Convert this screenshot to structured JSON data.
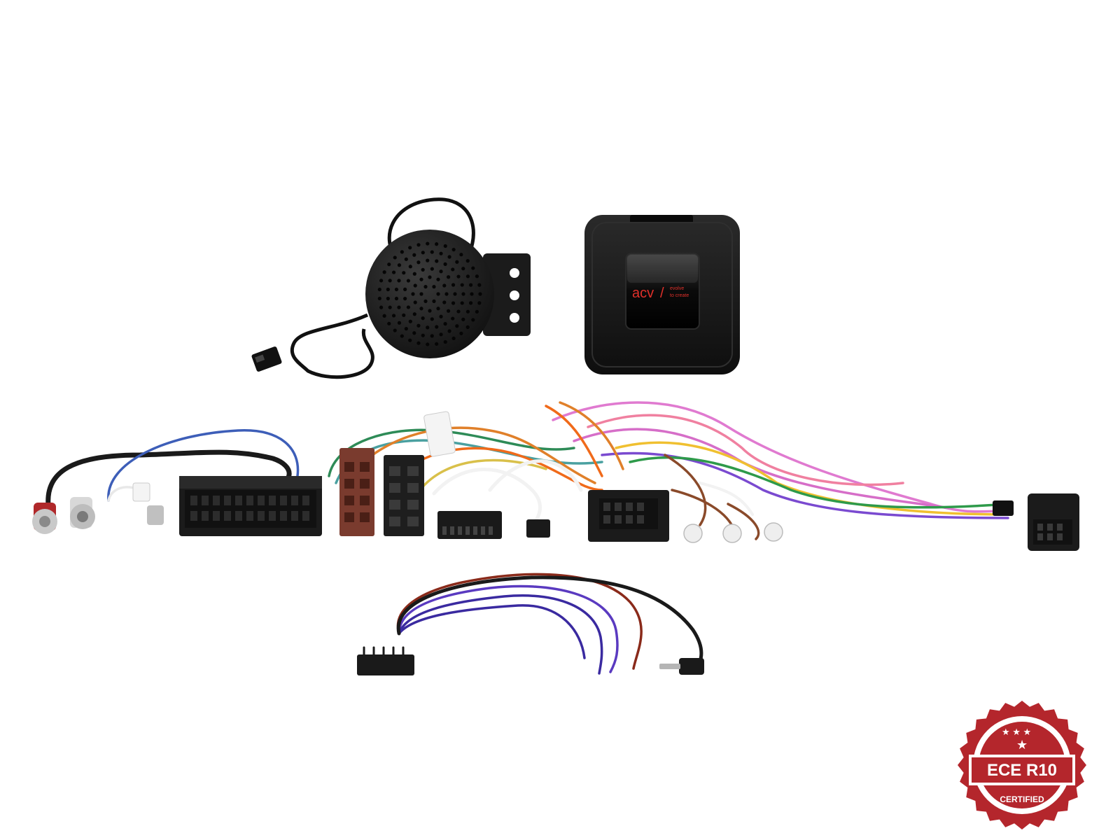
{
  "logo": {
    "brand": "acv",
    "tagline_line1": "evolve",
    "tagline_line2": "to create"
  },
  "badge": {
    "main": "ECE R10",
    "sub": "CERTIFIED",
    "color": "#b4262c"
  },
  "colors": {
    "background": "#ffffff",
    "plastic": "#1b1b1b",
    "iso_brown": "#7a3b2e"
  }
}
